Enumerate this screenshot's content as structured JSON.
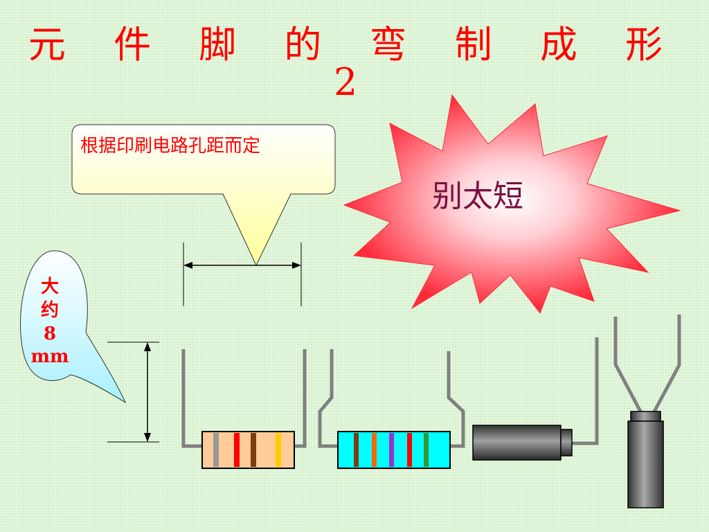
{
  "title": "元 件 脚 的 弯 制 成 形 2",
  "callout": {
    "text": "根据印刷电路孔距而定"
  },
  "burst": {
    "text": "别太短"
  },
  "oval": {
    "lines": [
      "大",
      "约",
      "8",
      "mm"
    ]
  },
  "colors": {
    "title": "#ff0000",
    "callout_text": "#ff0000",
    "burst_text": "#7a1040",
    "resistor1_body": "#ffcc99",
    "resistor2_body": "#00ffff",
    "lead": "#808080"
  },
  "resistor1_bands": [
    "#999999",
    "#ff0000",
    "#7a3c10",
    "#ffcc00"
  ],
  "resistor2_bands": [
    "#7a3c10",
    "#ff6600",
    "#9933cc",
    "#ff0000",
    "#339933"
  ]
}
